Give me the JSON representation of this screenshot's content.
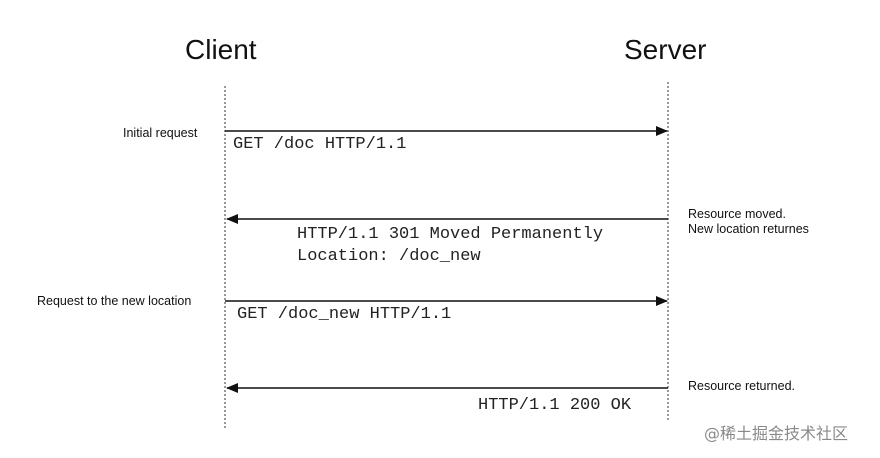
{
  "actors": {
    "client": "Client",
    "server": "Server"
  },
  "notes": {
    "initial_request": "Initial request",
    "new_location_request": "Request to the new location",
    "resource_moved_line1": "Resource moved.",
    "resource_moved_line2": "New location returnes",
    "resource_returned": "Resource  returned."
  },
  "messages": [
    {
      "direction": "client-to-server",
      "lines": [
        "GET /doc HTTP/1.1"
      ]
    },
    {
      "direction": "server-to-client",
      "lines": [
        "HTTP/1.1 301 Moved Permanently",
        "Location: /doc_new"
      ]
    },
    {
      "direction": "client-to-server",
      "lines": [
        "GET /doc_new HTTP/1.1"
      ]
    },
    {
      "direction": "server-to-client",
      "lines": [
        "HTTP/1.1 200 OK"
      ]
    }
  ],
  "watermark": "@稀土掘金技术社区",
  "colors": {
    "line": "#111111",
    "text": "#111111",
    "mono_text": "#222222",
    "watermark": "#8a8a8a"
  }
}
